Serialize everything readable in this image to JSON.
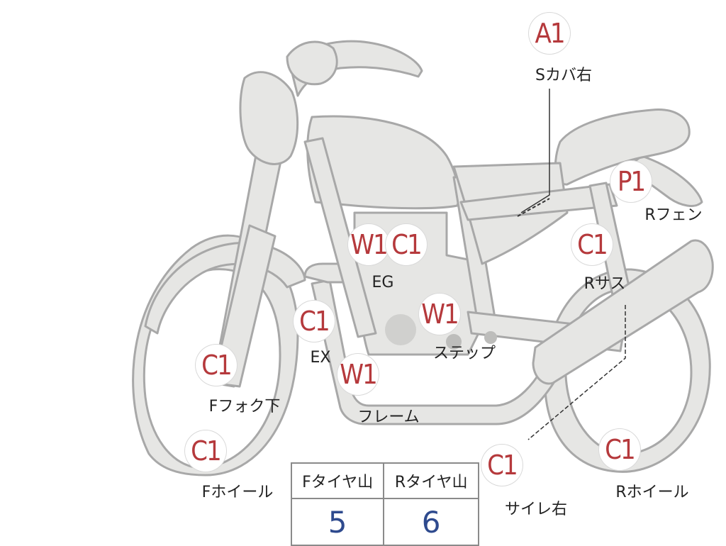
{
  "inspection_points": [
    {
      "id": "s-cover-right",
      "code": "A1",
      "label": "Sカバ右"
    },
    {
      "id": "r-fender",
      "code": "P1",
      "label": "Rフェン"
    },
    {
      "id": "engine-w",
      "code": "W1",
      "label": ""
    },
    {
      "id": "engine-c",
      "code": "C1",
      "label": "EG"
    },
    {
      "id": "r-suspension",
      "code": "C1",
      "label": "Rサス"
    },
    {
      "id": "exhaust",
      "code": "C1",
      "label": "EX"
    },
    {
      "id": "step",
      "code": "W1",
      "label": "ステップ"
    },
    {
      "id": "f-fork-lower",
      "code": "C1",
      "label": "Fフォク下"
    },
    {
      "id": "frame",
      "code": "W1",
      "label": "フレーム"
    },
    {
      "id": "f-wheel",
      "code": "C1",
      "label": "Fホイール"
    },
    {
      "id": "silencer-right",
      "code": "C1",
      "label": "サイレ右"
    },
    {
      "id": "r-wheel",
      "code": "C1",
      "label": "Rホイール"
    }
  ],
  "tire_tread": {
    "front_label": "Fタイヤ山",
    "rear_label": "Rタイヤ山",
    "front_value": "5",
    "rear_value": "6"
  },
  "colors": {
    "body_fill": "#e6e6e4",
    "body_stroke": "#a8a8a8",
    "marker_text": "#b5393c",
    "value_text": "#2e4a8e"
  }
}
